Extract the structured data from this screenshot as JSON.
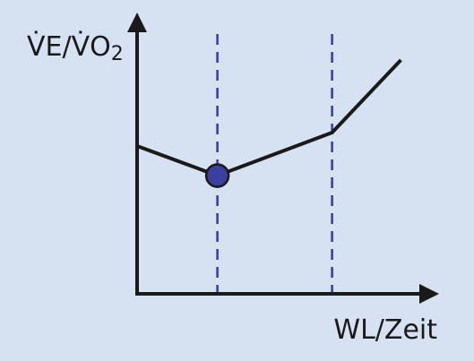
{
  "chart_data": {
    "type": "line",
    "xlabel": "WL/Zeit",
    "ylabel": "V̇E/V̇O",
    "ylabel_subscript": "2",
    "xlim": [
      0,
      100
    ],
    "ylim": [
      0,
      100
    ],
    "ticks_shown": false,
    "grid": false,
    "series": [
      {
        "x": [
          0,
          28,
          68,
          92
        ],
        "y": [
          55,
          44,
          60,
          87
        ]
      }
    ],
    "markers": [
      {
        "x": 28,
        "y": 44
      }
    ],
    "vertical_reference_lines": [
      28,
      68
    ],
    "colors": {
      "background": "#d6e2f2",
      "axis": "#1a1a1a",
      "line": "#1a1a1a",
      "reference_line": "#3a3aa0",
      "marker_fill": "#3b3f9e",
      "marker_stroke": "#1a1a1a"
    }
  }
}
